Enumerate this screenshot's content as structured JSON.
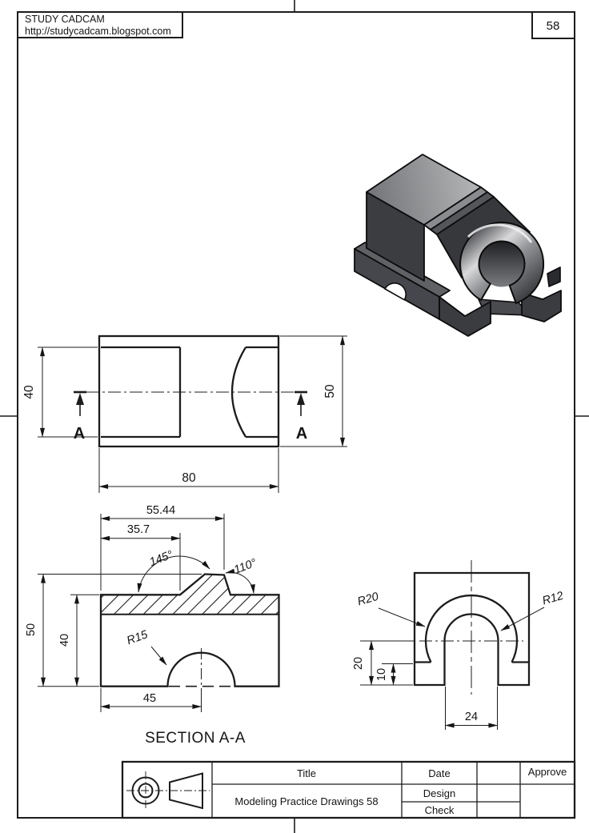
{
  "header": {
    "site_name": "STUDY CADCAM",
    "site_url": "http://studycadcam.blogspot.com",
    "sheet_number": "58"
  },
  "top_view": {
    "dim_height_left": "40",
    "dim_height_right": "50",
    "dim_width": "80",
    "section_label_left": "A",
    "section_label_right": "A"
  },
  "section_view": {
    "title": "SECTION A-A",
    "dim_top": "55.44",
    "dim_top2": "35.7",
    "angle_left": "145°",
    "angle_right": "110°",
    "dim_height": "50",
    "dim_inner_height": "40",
    "dim_bottom": "45",
    "radius_label": "R15"
  },
  "end_view": {
    "radius_outer": "R20",
    "radius_inner": "R12",
    "dim_depth": "20",
    "dim_step": "10",
    "dim_slot": "24"
  },
  "title_block": {
    "title_label": "Title",
    "title_value": "Modeling Practice Drawings 58",
    "date_label": "Date",
    "design_label": "Design",
    "check_label": "Check",
    "approve_label": "Approve"
  },
  "colors": {
    "paper": "#ffffff",
    "ink": "#1c1c1c",
    "iso_dark": "#3e3f43",
    "iso_mid": "#55565a",
    "iso_light": "#a7a8ab",
    "iso_highlight": "#ededee"
  }
}
